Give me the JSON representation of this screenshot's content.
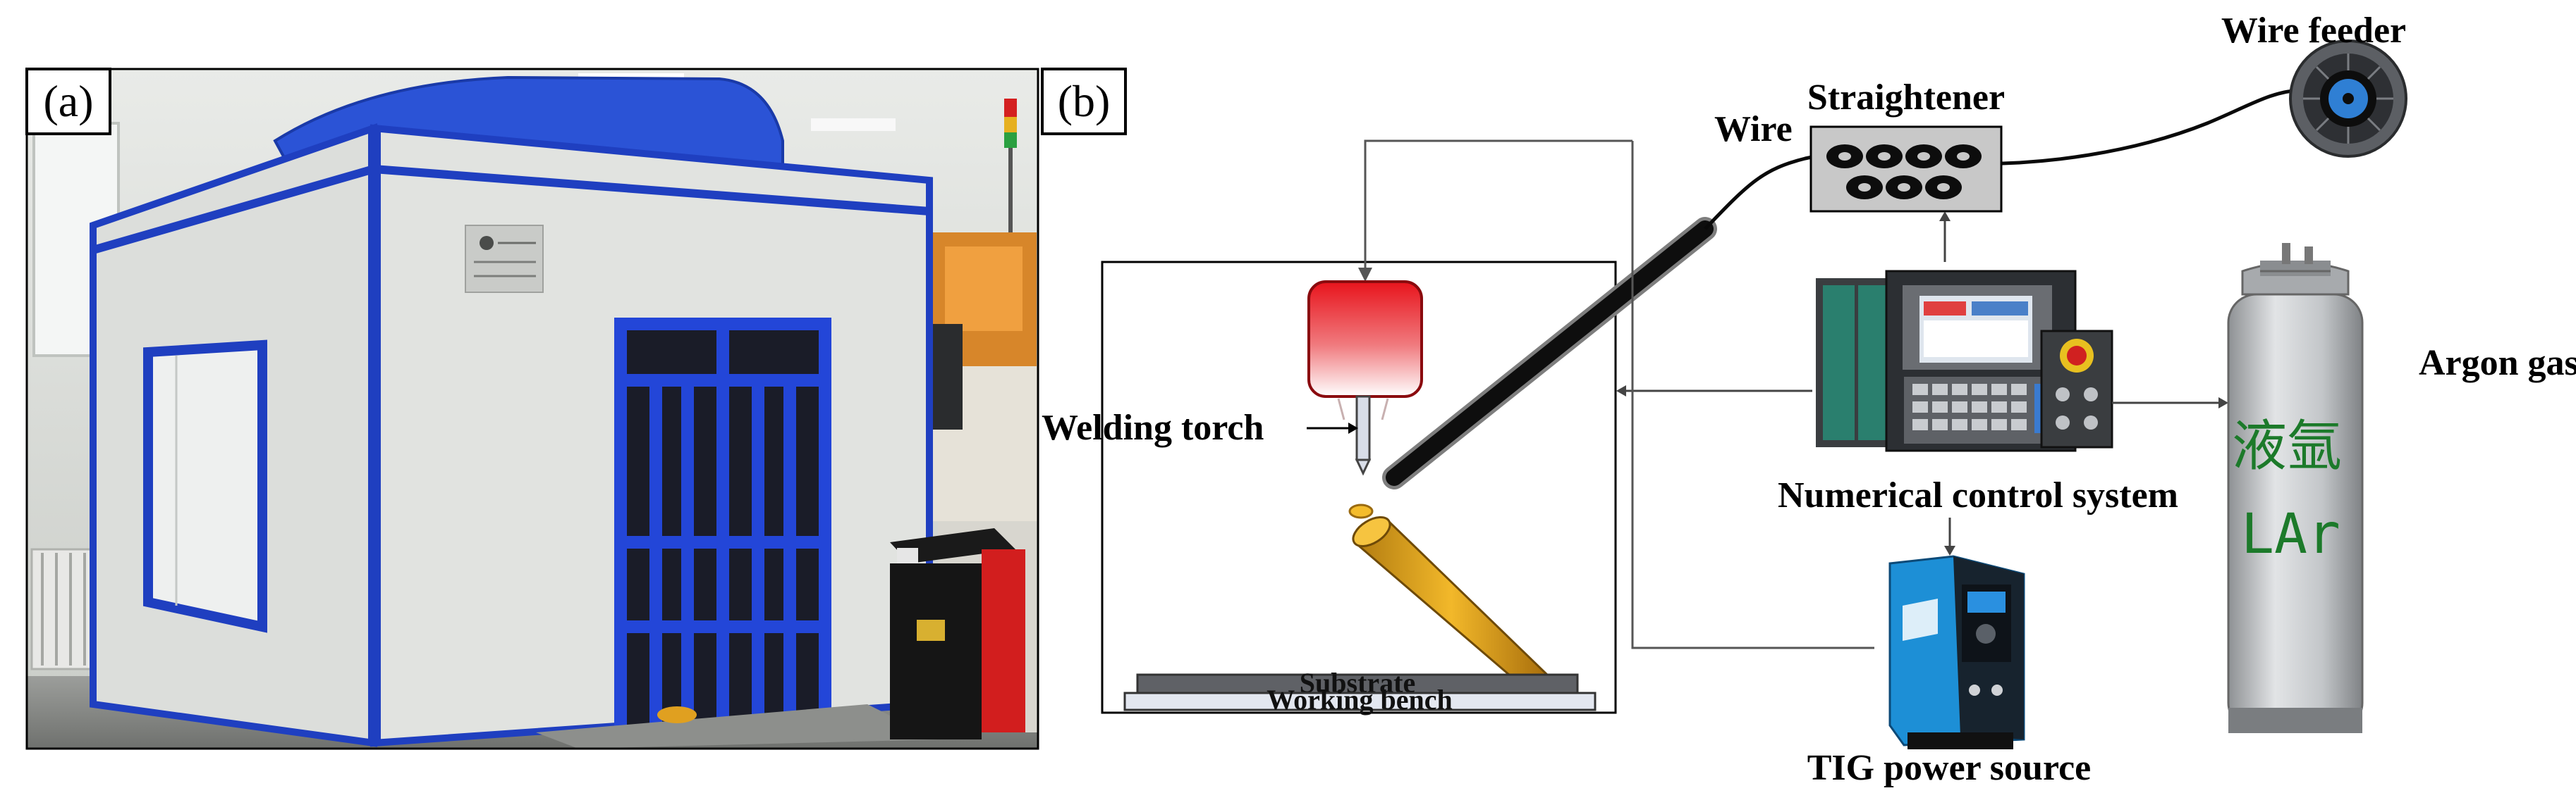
{
  "panels": {
    "a": {
      "label": "(a)"
    },
    "b": {
      "label": "(b)"
    }
  },
  "labels": {
    "wire_feeder": "Wire feeder",
    "straightener": "Straightener",
    "wire": "Wire",
    "argon_gas": "Argon gas",
    "welding_torch": "Welding torch",
    "numerical_control_system": "Numerical control system",
    "tig_power_source": "TIG power source",
    "substrate": "Substrate",
    "working_bench": "Working bench",
    "cylinder_text_cn": "液氩",
    "cylinder_text_lar": "LAr"
  },
  "colors": {
    "enclosure_blue": "#1f3fc0",
    "enclosure_panel": "#d9dbd8",
    "torch_red": "#e8141c",
    "wire_black": "#111111",
    "rod_yellow": "#e0a21a",
    "cylinder_silver": "#b9bcbf",
    "tig_blue": "#1d8fd6",
    "cylinder_text_green": "#1c7a2a"
  }
}
